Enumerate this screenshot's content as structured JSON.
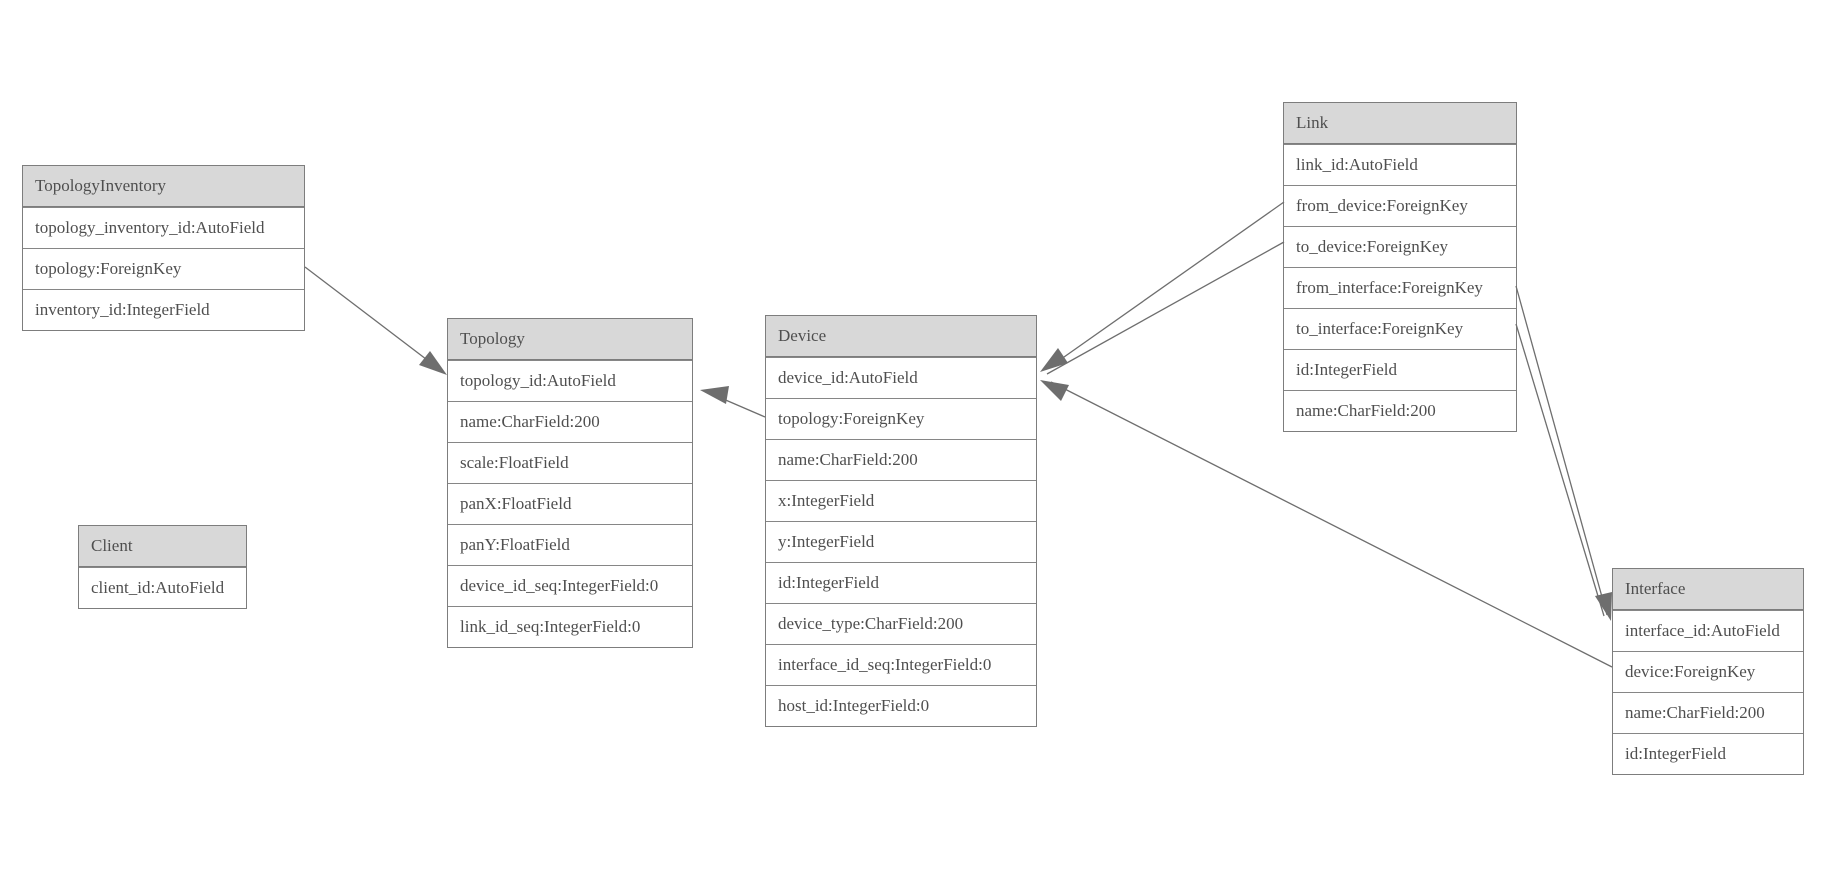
{
  "diagram": {
    "background_color": "#ffffff",
    "table_border_color": "#7d7d7d",
    "header_fill_color": "#d8d8d8",
    "text_color": "#4f4f4f",
    "connector_color": "#6e6e6e"
  },
  "entities": [
    {
      "name": "TopologyInventory",
      "fields": [
        "topology_inventory_id:AutoField",
        "topology:ForeignKey",
        "inventory_id:IntegerField"
      ]
    },
    {
      "name": "Topology",
      "fields": [
        "topology_id:AutoField",
        "name:CharField:200",
        "scale:FloatField",
        "panX:FloatField",
        "panY:FloatField",
        "device_id_seq:IntegerField:0",
        "link_id_seq:IntegerField:0"
      ]
    },
    {
      "name": "Client",
      "fields": [
        "client_id:AutoField"
      ]
    },
    {
      "name": "Device",
      "fields": [
        "device_id:AutoField",
        "topology:ForeignKey",
        "name:CharField:200",
        "x:IntegerField",
        "y:IntegerField",
        "id:IntegerField",
        "device_type:CharField:200",
        "interface_id_seq:IntegerField:0",
        "host_id:IntegerField:0"
      ]
    },
    {
      "name": "Link",
      "fields": [
        "link_id:AutoField",
        "from_device:ForeignKey",
        "to_device:ForeignKey",
        "from_interface:ForeignKey",
        "to_interface:ForeignKey",
        "id:IntegerField",
        "name:CharField:200"
      ]
    },
    {
      "name": "Interface",
      "fields": [
        "interface_id:AutoField",
        "device:ForeignKey",
        "name:CharField:200",
        "id:IntegerField"
      ]
    }
  ],
  "relationships": [
    {
      "from": "TopologyInventory.topology",
      "to": "Topology"
    },
    {
      "from": "Device.topology",
      "to": "Topology"
    },
    {
      "from": "Link.from_device",
      "to": "Device"
    },
    {
      "from": "Link.to_device",
      "to": "Device"
    },
    {
      "from": "Link.from_interface",
      "to": "Interface"
    },
    {
      "from": "Link.to_interface",
      "to": "Interface"
    },
    {
      "from": "Interface.device",
      "to": "Device"
    }
  ]
}
